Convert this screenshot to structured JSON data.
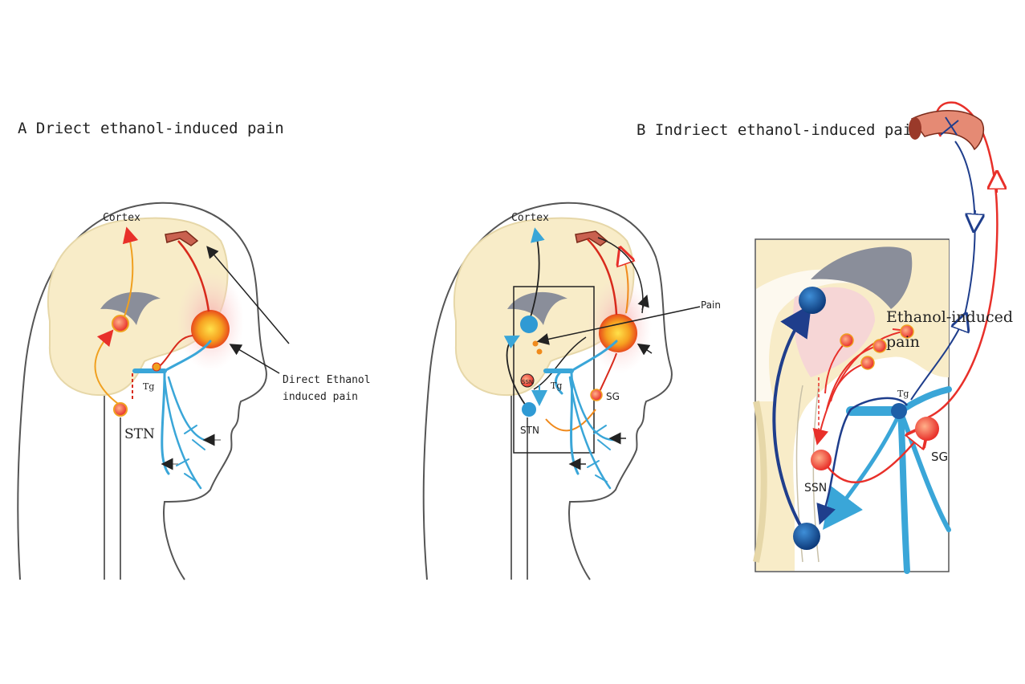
{
  "panel_a": {
    "title": "A Driect ethanol-induced pain",
    "labels": {
      "cortex": "Cortex",
      "tg": "Tg",
      "stn": "STN",
      "callout_line1": "Direct Ethanol",
      "callout_line2": "induced pain"
    }
  },
  "panel_b": {
    "title": "B Indriect ethanol-induced pain",
    "labels": {
      "cortex": "Cortex",
      "pain": "Pain",
      "tg": "Tg",
      "ssn_small": "SSN",
      "stn": "STN",
      "sg": "SG"
    },
    "inset": {
      "ethanol_induced": "Ethanol-induced",
      "pain": "pain",
      "tg": "Tg",
      "sg": "SG",
      "ssn": "SSN"
    }
  },
  "colors": {
    "brain_fill": "#f8ecc8",
    "nerve_blue": "#3aa6d8",
    "dark_blue": "#1f3e8c",
    "red": "#e8302a",
    "orange": "#f08a1c",
    "pain_glow": "#f6c7c7",
    "inset_pink": "#f6d6d6",
    "ventricle": "#8a8e9a"
  }
}
